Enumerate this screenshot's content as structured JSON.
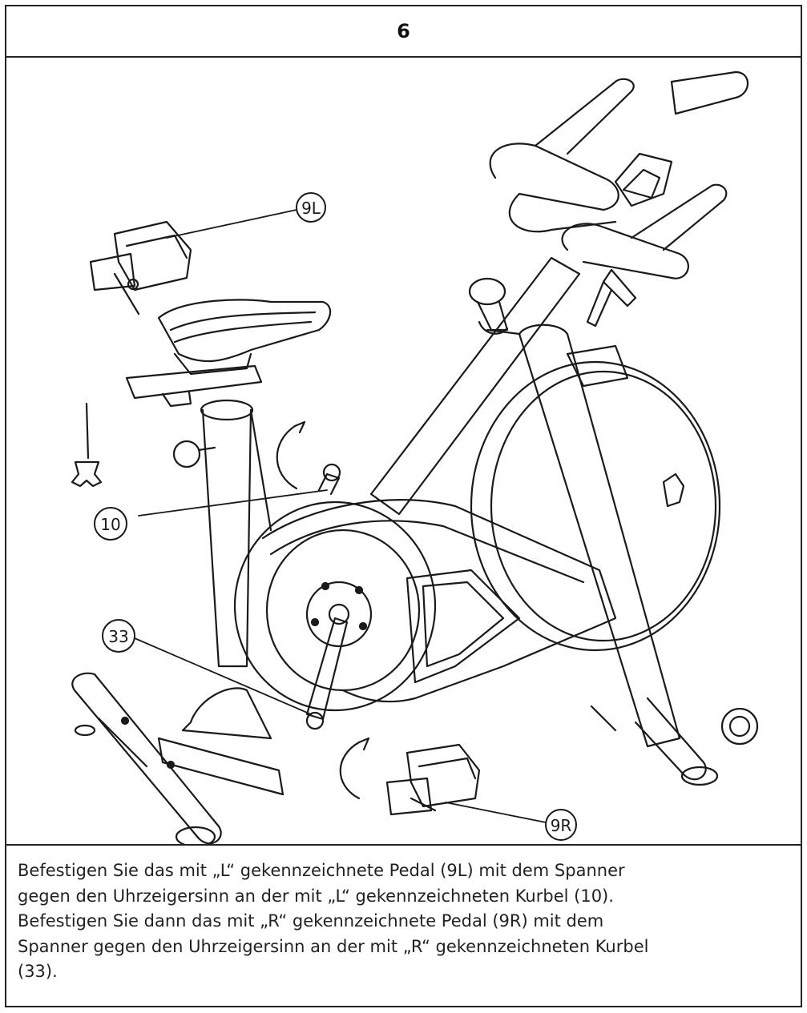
{
  "step": {
    "number": "6"
  },
  "callouts": {
    "pedal_left": "9L",
    "crank_left": "10",
    "crank_right": "33",
    "pedal_right": "9R"
  },
  "instruction": {
    "lines": [
      "Befestigen Sie das mit „L“ gekennzeichnete Pedal (9L) mit dem Spanner",
      "gegen den Uhrzeigersinn an der mit „L“ gekennzeichneten Kurbel (10).",
      "Befestigen Sie dann das mit „R“ gekennzeichnete Pedal (9R) mit dem",
      "Spanner gegen den Uhrzeigersinn an der mit „R“ gekennzeichneten Kurbel",
      "(33)."
    ]
  },
  "colors": {
    "line": "#1a1a1a",
    "border": "#222222",
    "background": "#ffffff"
  }
}
